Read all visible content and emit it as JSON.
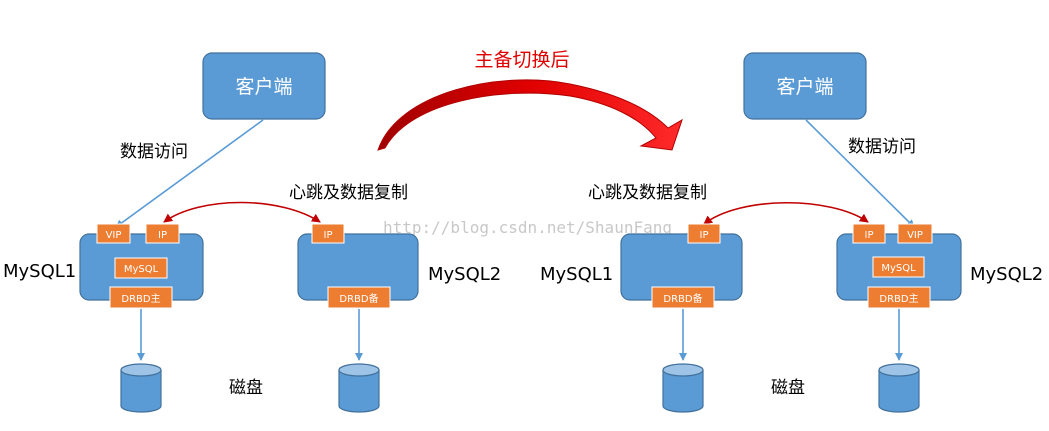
{
  "title": "主备切换后",
  "watermark": "http://blog.csdn.net/ShaunFang",
  "colors": {
    "box_fill": "#5b9bd5",
    "box_stroke": "#41719c",
    "tag_fill": "#ed7d31",
    "arrow_red": "#c00000",
    "title_red": "#e00000"
  },
  "before": {
    "client": "客户端",
    "data_access": "数据访问",
    "heartbeat": "心跳及数据复制",
    "disk": "磁盘",
    "node1": {
      "name": "MySQL1",
      "vip": "VIP",
      "ip": "IP",
      "mysql": "MySQL",
      "drbd": "DRBD主"
    },
    "node2": {
      "name": "MySQL2",
      "ip": "IP",
      "drbd": "DRBD备"
    }
  },
  "after": {
    "client": "客户端",
    "data_access": "数据访问",
    "heartbeat": "心跳及数据复制",
    "disk": "磁盘",
    "node1": {
      "name": "MySQL1",
      "ip": "IP",
      "drbd": "DRBD备"
    },
    "node2": {
      "name": "MySQL2",
      "ip": "IP",
      "vip": "VIP",
      "mysql": "MySQL",
      "drbd": "DRBD主"
    }
  }
}
